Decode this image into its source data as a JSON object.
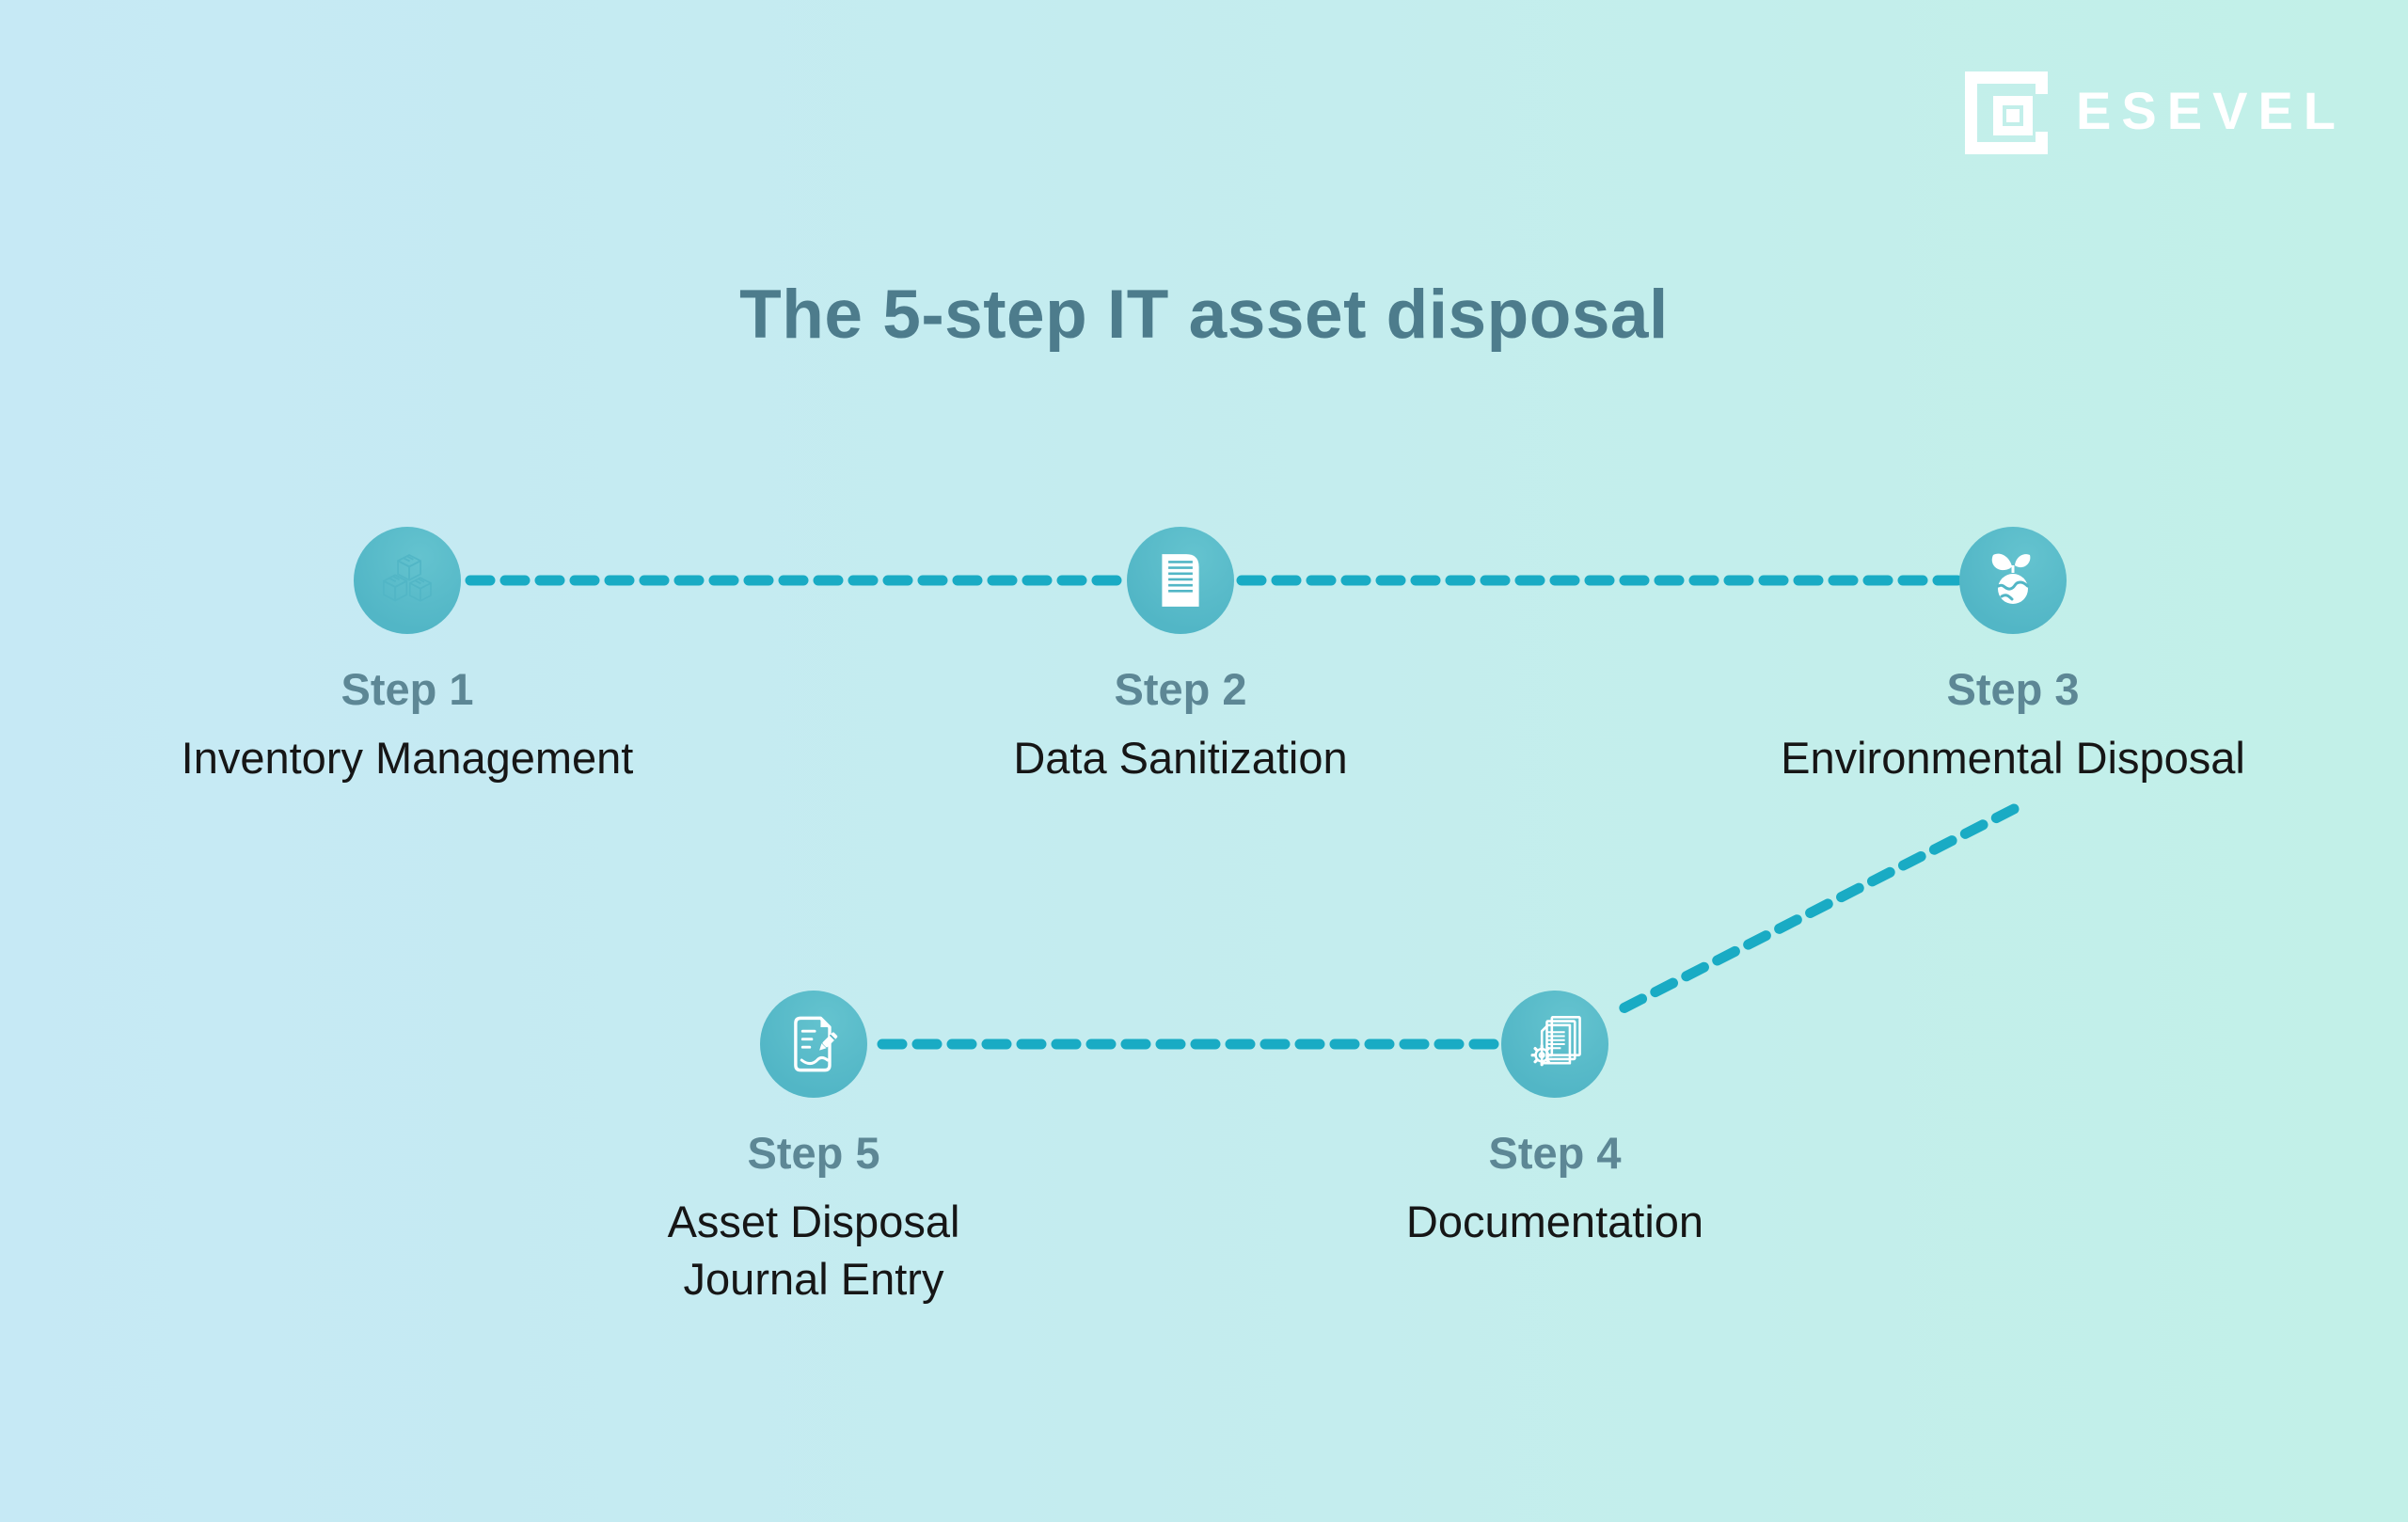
{
  "brand": {
    "name": "ESEVEL",
    "logo_icon": "nested-squares-logo-mark"
  },
  "title": "The 5-step IT asset disposal",
  "steps": [
    {
      "label": "Step 1",
      "name": "Inventory Management",
      "icon": "inventory-boxes-icon"
    },
    {
      "label": "Step 2",
      "name": "Data Sanitization",
      "icon": "document-lines-icon"
    },
    {
      "label": "Step 3",
      "name": "Environmental Disposal",
      "icon": "earth-sprout-icon"
    },
    {
      "label": "Step 4",
      "name": "Documentation",
      "icon": "documents-gear-icon"
    },
    {
      "label": "Step 5",
      "name": "Asset Disposal Journal Entry",
      "icon": "document-pencil-icon"
    }
  ],
  "colors": {
    "background_left": "#c6e9f5",
    "background_right": "#c2f0e8",
    "node_circle": "#52b6c6",
    "connector_dash": "#19abc4",
    "step_label": "#5d8795",
    "step_name": "#161616",
    "title": "#4d7c8c",
    "logo": "#ffffff"
  }
}
